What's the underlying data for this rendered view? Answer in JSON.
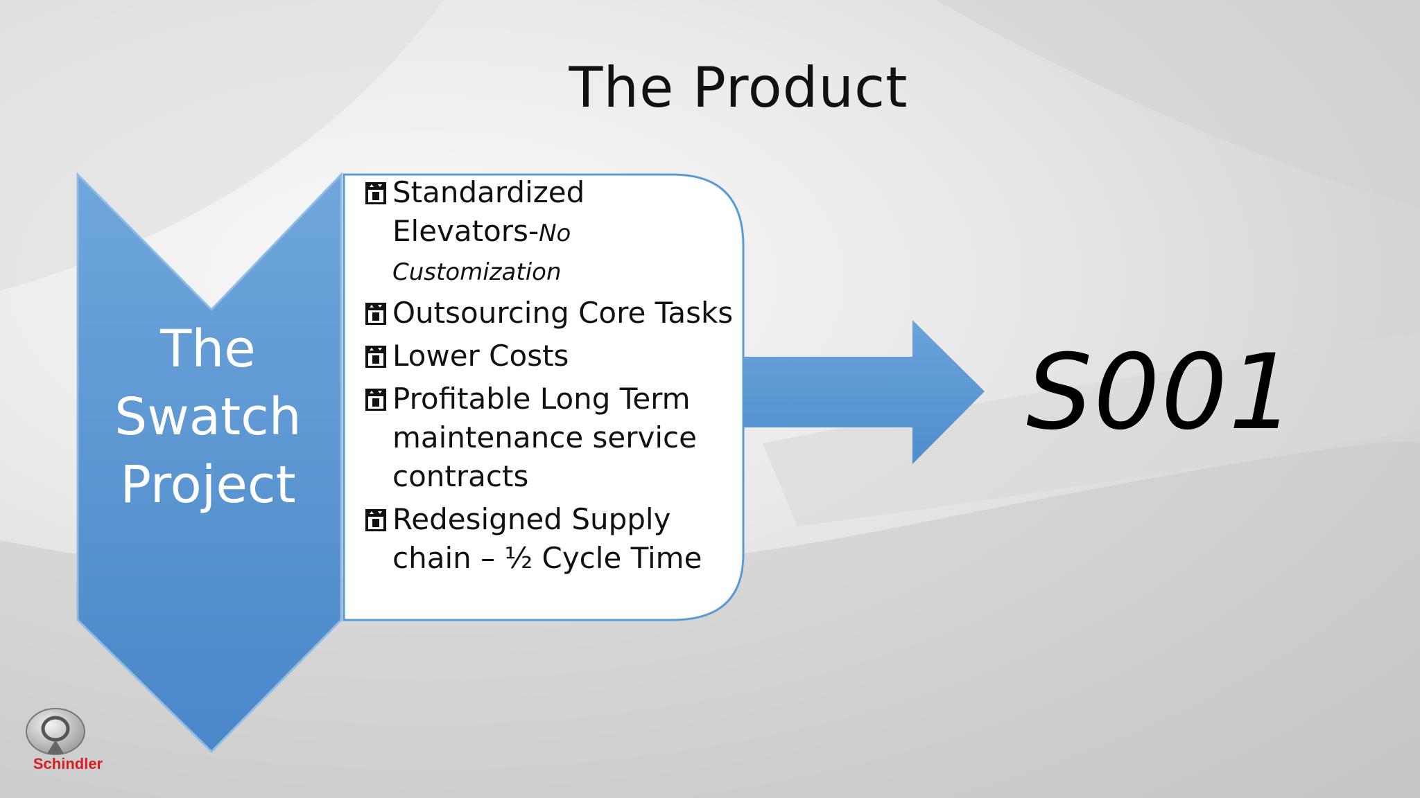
{
  "slide": {
    "title": "The Product",
    "chevron_lines": [
      "The",
      "Swatch",
      "Project"
    ],
    "bullets": [
      {
        "text": "Standardized Elevators-",
        "sub": "No Customization"
      },
      {
        "text": "Outsourcing Core Tasks"
      },
      {
        "text": "Lower Costs"
      },
      {
        "text": "Profitable Long Term maintenance service contracts"
      },
      {
        "text": "Redesigned Supply chain – ½ Cycle Time"
      }
    ],
    "result": "S001",
    "logo_text": "Schindler"
  },
  "icons": {
    "bullet": "elevator-icon",
    "logo": "schindler-logo-icon",
    "arrow": "right-arrow-icon"
  },
  "colors": {
    "chevron": "#5b9bd5",
    "arrow": "#5b9bd5",
    "logo_red": "#d42020"
  }
}
